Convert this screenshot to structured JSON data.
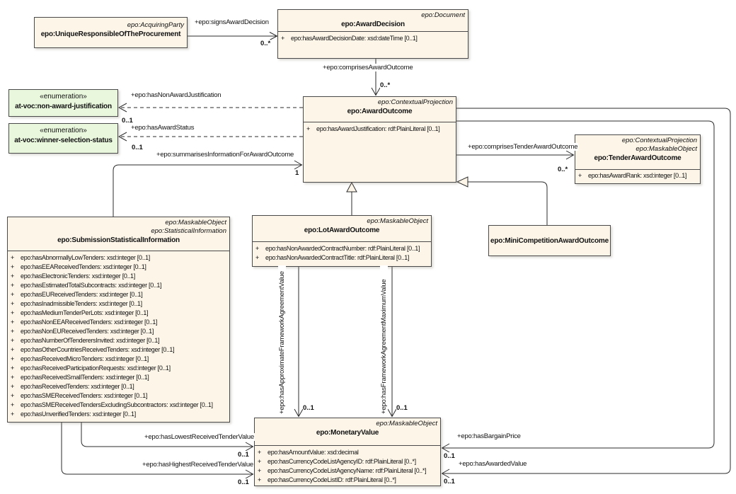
{
  "misc": {
    "attr_prefix": "+"
  },
  "colors": {
    "class_fill": "#fcf5e8",
    "enum_fill": "#e9f7dd",
    "border": "#4a4a4a",
    "line": "#2b2b2b"
  },
  "classes": {
    "unique_responsible": {
      "stereotypes": [
        "epo:AcquiringParty"
      ],
      "name": "epo:UniqueResponsibleOfTheProcurement",
      "attributes": []
    },
    "award_decision": {
      "stereotypes": [
        "epo:Document"
      ],
      "name": "epo:AwardDecision",
      "attributes": [
        "epo:hasAwardDecisionDate: xsd:dateTime [0..1]"
      ]
    },
    "award_outcome": {
      "stereotypes": [
        "epo:ContextualProjection"
      ],
      "name": "epo:AwardOutcome",
      "attributes": [
        "epo:hasAwardJustification: rdf:PlainLiteral [0..1]"
      ]
    },
    "tender_award_outcome": {
      "stereotypes": [
        "epo:ContextualProjection",
        "epo:MaskableObject"
      ],
      "name": "epo:TenderAwardOutcome",
      "attributes": [
        "epo:hasAwardRank: xsd:integer [0..1]"
      ]
    },
    "submission_statistical_information": {
      "stereotypes": [
        "epo:MaskableObject",
        "epo:StatisticalInformation"
      ],
      "name": "epo:SubmissionStatisticalInformation",
      "attributes": [
        "epo:hasAbnormallyLowTenders: xsd:integer [0..1]",
        "epo:hasEEAReceivedTenders: xsd:integer [0..1]",
        "epo:hasElectronicTenders: xsd:integer [0..1]",
        "epo:hasEstimatedTotalSubcontracts: xsd:integer [0..1]",
        "epo:hasEUReceivedTenders: xsd:integer [0..1]",
        "epo:hasInadmissibleTenders: xsd:integer [0..1]",
        "epo:hasMediumTenderPerLots: xsd:integer [0..1]",
        "epo:hasNonEEAReceivedTenders: xsd:integer [0..1]",
        "epo:hasNonEUReceivedTenders: xsd:integer [0..1]",
        "epo:hasNumberOfTenderersInvited: xsd:integer [0..1]",
        "epo:hasOtherCountriesReceivedTenders: xsd:integer [0..1]",
        "epo:hasReceivedMicroTenders: xsd:integer [0..1]",
        "epo:hasReceivedParticipationRequests: xsd:integer [0..1]",
        "epo:hasReceivedSmallTenders: xsd:integer [0..1]",
        "epo:hasReceivedTenders: xsd:integer [0..1]",
        "epo:hasSMEReceivedTenders: xsd:integer [0..1]",
        "epo:hasSMEReceivedTendersExcludingSubcontractors: xsd:integer [0..1]",
        "epo:hasUnverifiedTenders: xsd:integer [0..1]"
      ]
    },
    "lot_award_outcome": {
      "stereotypes": [
        "epo:MaskableObject"
      ],
      "name": "epo:LotAwardOutcome",
      "attributes": [
        "epo:hasNonAwardedContractNumber: rdf:PlainLiteral [0..1]",
        "epo:hasNonAwardedContractTitle: rdf:PlainLiteral [0..1]"
      ]
    },
    "mini_competition_award_outcome": {
      "stereotypes": [],
      "name": "epo:MiniCompetitionAwardOutcome",
      "attributes": []
    },
    "monetary_value": {
      "stereotypes": [
        "epo:MaskableObject"
      ],
      "name": "epo:MonetaryValue",
      "attributes": [
        "epo:hasAmountValue: xsd:decimal",
        "epo:hasCurrencyCodeListAgencyID: rdf:PlainLiteral [0..*]",
        "epo:hasCurrencyCodeListAgencyName: rdf:PlainLiteral [0..*]",
        "epo:hasCurrencyCodeListID: rdf:PlainLiteral [0..*]"
      ]
    }
  },
  "enums": {
    "non_award_justification": {
      "stereotype": "«enumeration»",
      "name": "at-voc:non-award-justification"
    },
    "winner_selection_status": {
      "stereotype": "«enumeration»",
      "name": "at-voc:winner-selection-status"
    }
  },
  "connectors": {
    "signs_award_decision": {
      "label": "+epo:signsAwardDecision",
      "multiplicity": "0..*"
    },
    "comprises_award_outcome": {
      "label": "+epo:comprisesAwardOutcome",
      "multiplicity": "0..*"
    },
    "has_non_award_justification": {
      "label": "+epo:hasNonAwardJustification",
      "multiplicity": "0..1"
    },
    "has_award_status": {
      "label": "+epo:hasAwardStatus",
      "multiplicity": "0..1"
    },
    "summarises_information_for_award_outcome": {
      "label": "+epo:summarisesInformationForAwardOutcome",
      "multiplicity": "1"
    },
    "comprises_tender_award_outcome": {
      "label": "+epo:comprisesTenderAwardOutcome",
      "multiplicity": "0..*"
    },
    "has_approximate_framework_agreement_value": {
      "label": "+epo:hasApproximateFrameworkAgreementValue",
      "multiplicity": "0..1"
    },
    "has_framework_agreement_maximum_value": {
      "label": "+epo:hasFrameworkAgreementMaximumValue",
      "multiplicity": "0..1"
    },
    "has_lowest_received_tender_value": {
      "label": "+epo:hasLowestReceivedTenderValue",
      "multiplicity": "0..1"
    },
    "has_highest_received_tender_value": {
      "label": "+epo:hasHighestReceivedTenderValue",
      "multiplicity": "0..1"
    },
    "has_bargain_price": {
      "label": "+epo:hasBargainPrice",
      "multiplicity": "0..1"
    },
    "has_awarded_value": {
      "label": "+epo:hasAwardedValue",
      "multiplicity": "0..1"
    }
  }
}
